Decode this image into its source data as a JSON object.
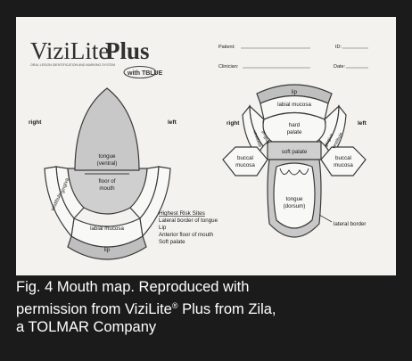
{
  "logo": {
    "brand": "ViziLite",
    "plus": "Plus",
    "tagline": "ORAL LESION IDENTIFICATION AND MARKING SYSTEM",
    "sub_brand": "with TBLUE"
  },
  "form": {
    "patient": "Patient:",
    "id": "ID:",
    "clinician": "Clinician:",
    "date": "Date:"
  },
  "left_map": {
    "right": "right",
    "left": "left",
    "tongue_line1": "tongue",
    "tongue_line2": "(ventral)",
    "floor_line1": "floor of",
    "floor_line2": "mouth",
    "gingiva": "gingiva",
    "vestibule": "vestibule",
    "labial_mucosa": "labial mucosa",
    "lip": "lip"
  },
  "right_map": {
    "right": "right",
    "left": "left",
    "lip": "lip",
    "labial_mucosa": "labial mucosa",
    "hard_palate_line1": "hard",
    "hard_palate_line2": "palate",
    "soft_palate": "soft palate",
    "gingiva_left": "gingiva",
    "vestibule_left": "vestibule",
    "gingiva_right": "gingiva",
    "vestibule_right": "vestibule",
    "buccal_left_line1": "buccal",
    "buccal_left_line2": "mucosa",
    "buccal_right_line1": "buccal",
    "buccal_right_line2": "mucosa",
    "tongue_line1": "tongue",
    "tongue_line2": "(dorsum)",
    "lateral_border": "lateral border"
  },
  "risk_sites": {
    "heading": "Highest Risk Sites",
    "items": [
      "Lateral border of tongue",
      "Lip",
      "Anterior floor of mouth",
      "Soft palate"
    ]
  },
  "caption": {
    "line1": "Fig. 4  Mouth map. Reproduced with",
    "line2_a": "permission from ViziLite",
    "line2_reg": "®",
    "line2_b": " Plus from Zila,",
    "line3": "a TOLMAR Company"
  }
}
